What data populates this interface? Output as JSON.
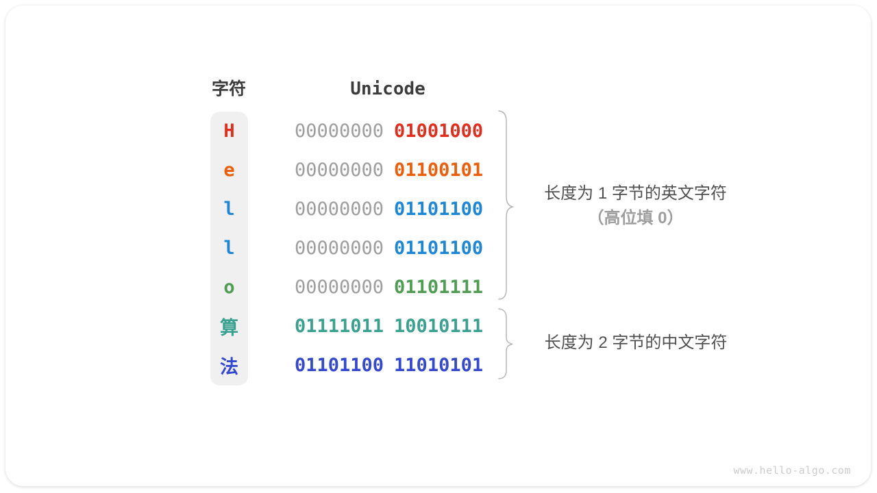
{
  "table": {
    "headers": {
      "char": "字符",
      "unicode": "Unicode"
    },
    "rows": [
      {
        "char": "H",
        "high": "00000000",
        "low": "01001000",
        "color": "#e22d1c",
        "high_colored": false
      },
      {
        "char": "e",
        "high": "00000000",
        "low": "01100101",
        "color": "#ec5e0a",
        "high_colored": false
      },
      {
        "char": "l",
        "high": "00000000",
        "low": "01101100",
        "color": "#1c87d6",
        "high_colored": false
      },
      {
        "char": "l",
        "high": "00000000",
        "low": "01101100",
        "color": "#1c87d6",
        "high_colored": false
      },
      {
        "char": "o",
        "high": "00000000",
        "low": "01101111",
        "color": "#4f9d53",
        "high_colored": false
      },
      {
        "char": "算",
        "high": "01111011",
        "low": "10010111",
        "color": "#3aa08f",
        "high_colored": true
      },
      {
        "char": "法",
        "high": "01101100",
        "low": "11010101",
        "color": "#3448d2",
        "high_colored": true
      }
    ]
  },
  "annotations": {
    "english": {
      "line1": "长度为 1 字节的英文字符",
      "line2": "（高位填 0）"
    },
    "chinese": {
      "line1": "长度为 2 字节的中文字符"
    }
  },
  "watermark": "www.hello-algo.com",
  "colors": {
    "zero_gray": "#9e9e9e",
    "header_text": "#3c3c3c",
    "annotation_text": "#4f4f4f",
    "annotation_muted": "#9e9e9e",
    "brace": "#b5b5b5",
    "char_column_bg": "#f0f0f0",
    "watermark_text": "#cccccc",
    "card_bg": "#ffffff"
  }
}
